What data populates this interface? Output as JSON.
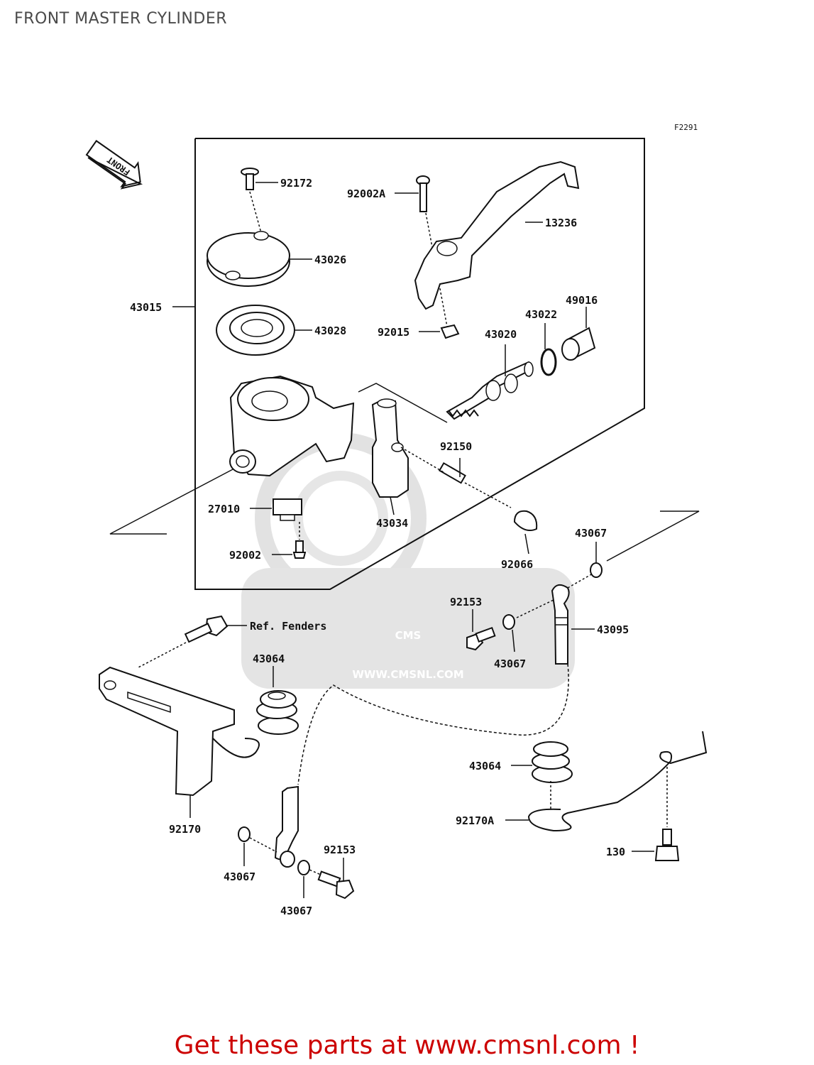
{
  "page": {
    "title": "FRONT MASTER CYLINDER",
    "footer": "Get these parts at www.cmsnl.com !"
  },
  "diagram": {
    "figure_code": "F2291",
    "direction_label": "FRONT",
    "watermark": {
      "brand": "CMS",
      "url": "WWW.CMSNL.COM"
    },
    "callouts": {
      "92172": "92172",
      "92002A": "92002A",
      "13236": "13236",
      "43026": "43026",
      "43015": "43015",
      "43028": "43028",
      "92015": "92015",
      "49016": "49016",
      "43022": "43022",
      "43020": "43020",
      "92150": "92150",
      "27010": "27010",
      "43034": "43034",
      "92002": "92002",
      "92066": "92066",
      "43067_a": "43067",
      "92153_a": "92153",
      "43095": "43095",
      "ref_fenders": "Ref. Fenders",
      "43064_a": "43064",
      "43067_b": "43067",
      "43064_b": "43064",
      "92170": "92170",
      "92170A": "92170A",
      "92153_b": "92153",
      "130": "130",
      "43067_c": "43067",
      "43067_d": "43067"
    }
  }
}
